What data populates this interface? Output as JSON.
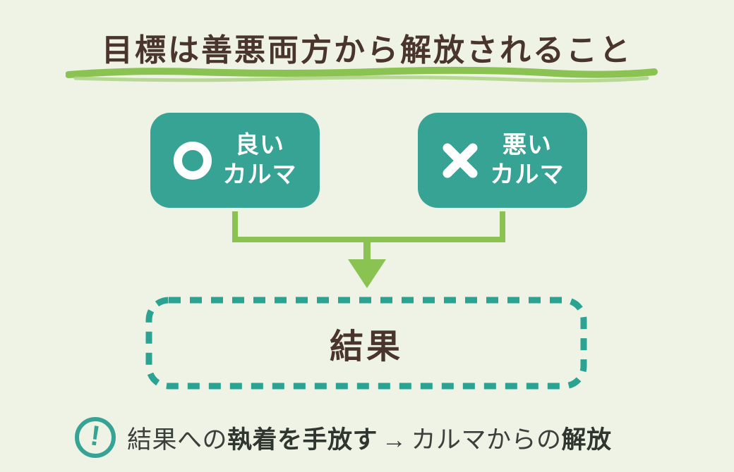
{
  "title": {
    "text": "目標は善悪両方から解放されること"
  },
  "karma_boxes": [
    {
      "icon": "circle-icon",
      "lines": [
        "良い",
        "カルマ"
      ]
    },
    {
      "icon": "x-icon",
      "lines": [
        "悪い",
        "カルマ"
      ]
    }
  ],
  "result": {
    "label": "結果"
  },
  "note": {
    "icon": "exclamation-icon",
    "icon_glyph": "!",
    "segments": [
      {
        "text": "結果への",
        "bold": false
      },
      {
        "text": "執着を手放す",
        "bold": true
      },
      {
        "text": "→",
        "bold": false
      },
      {
        "text": "カルマからの",
        "bold": false
      },
      {
        "text": "解放",
        "bold": true
      }
    ]
  },
  "colors": {
    "bg": "#eef3e5",
    "teal": "#36a394",
    "green": "#8bc353",
    "green-light": "#abd285",
    "brown": "#4a352c",
    "text": "#3a403b",
    "white": "#ffffff"
  }
}
